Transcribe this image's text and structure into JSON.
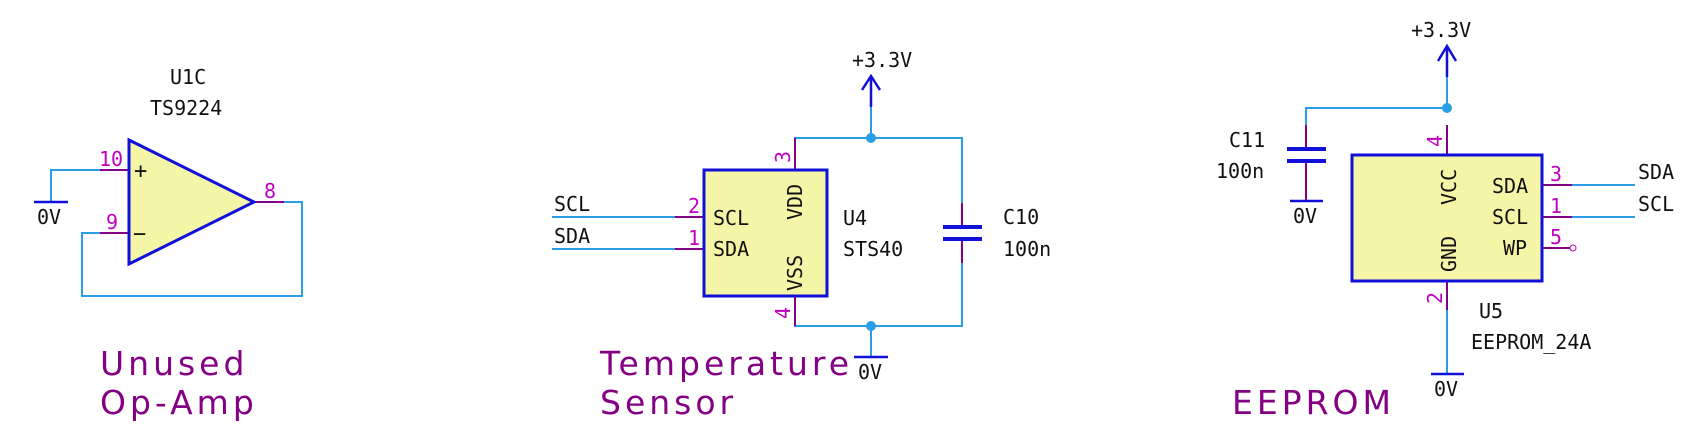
{
  "opamp": {
    "ref": "U1C",
    "value": "TS9224",
    "pin_plus": "10",
    "pin_minus": "9",
    "pin_out": "8",
    "plus_sign": "+",
    "minus_sign": "−",
    "gnd_label": "0V",
    "note_line1": "Unused",
    "note_line2": "Op-Amp"
  },
  "sensor": {
    "ref": "U4",
    "value": "STS40",
    "pins": {
      "scl": "2",
      "sda": "1",
      "vdd": "3",
      "vss": "4"
    },
    "pin_names": {
      "scl": "SCL",
      "sda": "SDA",
      "vdd": "VDD",
      "vss": "VSS"
    },
    "net_scl": "SCL",
    "net_sda": "SDA",
    "power_label": "+3.3V",
    "gnd_label": "0V",
    "cap_ref": "C10",
    "cap_value": "100n",
    "note_line1": "Temperature",
    "note_line2": "Sensor"
  },
  "eeprom": {
    "ref": "U5",
    "value": "EEPROM_24A",
    "pins": {
      "vcc": "4",
      "gnd": "2",
      "sda": "3",
      "scl": "1",
      "wp": "5"
    },
    "pin_names": {
      "vcc": "VCC",
      "gnd": "GND",
      "sda": "SDA",
      "scl": "SCL",
      "wp": "WP"
    },
    "net_sda": "SDA",
    "net_scl": "SCL",
    "power_label": "+3.3V",
    "gnd_label": "0V",
    "cap_ref": "C11",
    "cap_value": "100n",
    "cap_gnd_label": "0V",
    "note": "EEPROM"
  }
}
